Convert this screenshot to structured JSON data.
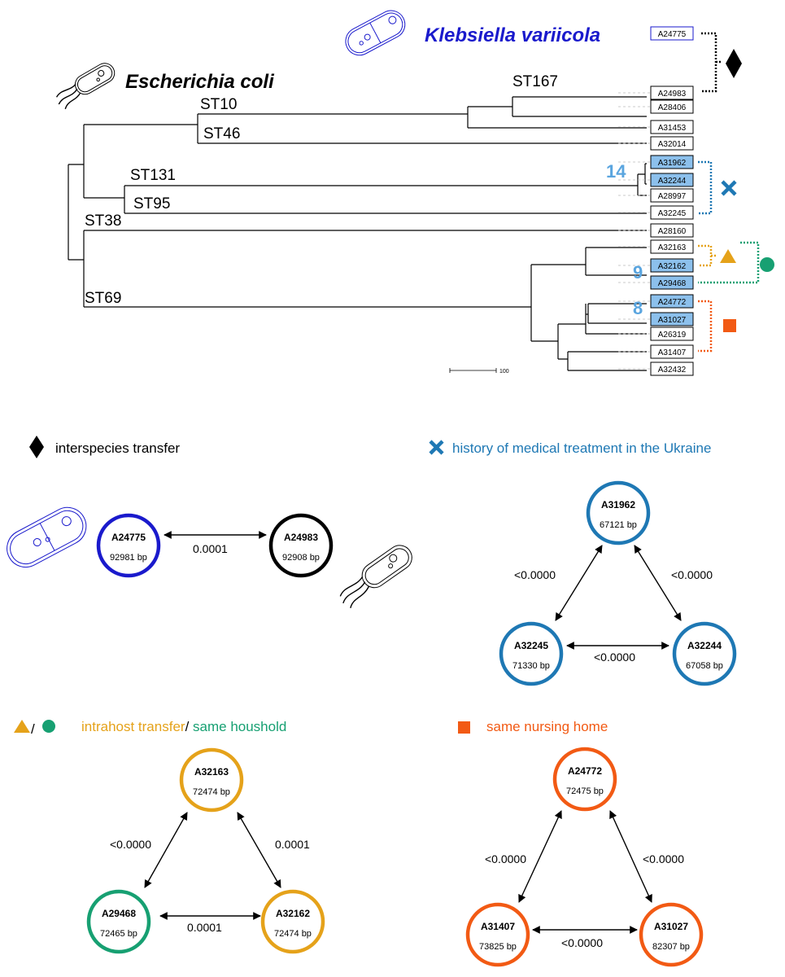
{
  "colors": {
    "black": "#000000",
    "kleb_blue": "#1a1acc",
    "ukraine_blue": "#1e78b4",
    "count_blue": "#5aa5df",
    "highlight_fill": "#8cc0ec",
    "intrahost_orange": "#e5a21a",
    "household_green": "#17a072",
    "nursing_orange": "#f25a14",
    "leader_gray": "#bbbbbb"
  },
  "species": {
    "klebsiella": "Klebsiella  variicola",
    "ecoli": "Escherichia coli"
  },
  "tree": {
    "st_labels": [
      "ST167",
      "ST10",
      "ST46",
      "ST131",
      "ST95",
      "ST38",
      "ST69"
    ],
    "isolates": [
      {
        "id": "A24775",
        "highlight": false
      },
      {
        "id": "A24983",
        "highlight": false
      },
      {
        "id": "A28406",
        "highlight": false
      },
      {
        "id": "A31453",
        "highlight": false
      },
      {
        "id": "A32014",
        "highlight": false
      },
      {
        "id": "A31962",
        "highlight": true
      },
      {
        "id": "A32244",
        "highlight": true
      },
      {
        "id": "A28997",
        "highlight": false
      },
      {
        "id": "A32245",
        "highlight": false
      },
      {
        "id": "A28160",
        "highlight": false
      },
      {
        "id": "A32163",
        "highlight": false
      },
      {
        "id": "A32162",
        "highlight": true
      },
      {
        "id": "A29468",
        "highlight": true
      },
      {
        "id": "A24772",
        "highlight": true
      },
      {
        "id": "A31027",
        "highlight": true
      },
      {
        "id": "A26319",
        "highlight": false
      },
      {
        "id": "A31407",
        "highlight": false
      },
      {
        "id": "A32432",
        "highlight": false
      }
    ],
    "cluster_counts": [
      "14",
      "9",
      "8"
    ],
    "scale_label": "100"
  },
  "legend": {
    "interspecies": "interspecies transfer",
    "ukraine": "history of medical treatment in the  Ukraine",
    "intrahost": "intrahost transfer",
    "slash": "/",
    "household": " same houshold",
    "nursing": "same nursing home"
  },
  "networks": {
    "interspecies": {
      "nodes": [
        {
          "id": "A24775",
          "bp": "92981 bp"
        },
        {
          "id": "A24983",
          "bp": "92908 bp"
        }
      ],
      "edges": [
        "0.0001"
      ]
    },
    "ukraine": {
      "nodes": [
        {
          "id": "A31962",
          "bp": "67121 bp"
        },
        {
          "id": "A32245",
          "bp": "71330 bp"
        },
        {
          "id": "A32244",
          "bp": "67058 bp"
        }
      ],
      "edges": [
        "<0.0000",
        "<0.0000",
        "<0.0000"
      ]
    },
    "household": {
      "nodes": [
        {
          "id": "A32163",
          "bp": "72474 bp"
        },
        {
          "id": "A29468",
          "bp": "72465 bp"
        },
        {
          "id": "A32162",
          "bp": "72474 bp"
        }
      ],
      "edges": [
        "<0.0000",
        "0.0001",
        "0.0001"
      ]
    },
    "nursing": {
      "nodes": [
        {
          "id": "A24772",
          "bp": "72475 bp"
        },
        {
          "id": "A31407",
          "bp": "73825 bp"
        },
        {
          "id": "A31027",
          "bp": "82307 bp"
        }
      ],
      "edges": [
        "<0.0000",
        "<0.0000",
        "<0.0000"
      ]
    }
  }
}
